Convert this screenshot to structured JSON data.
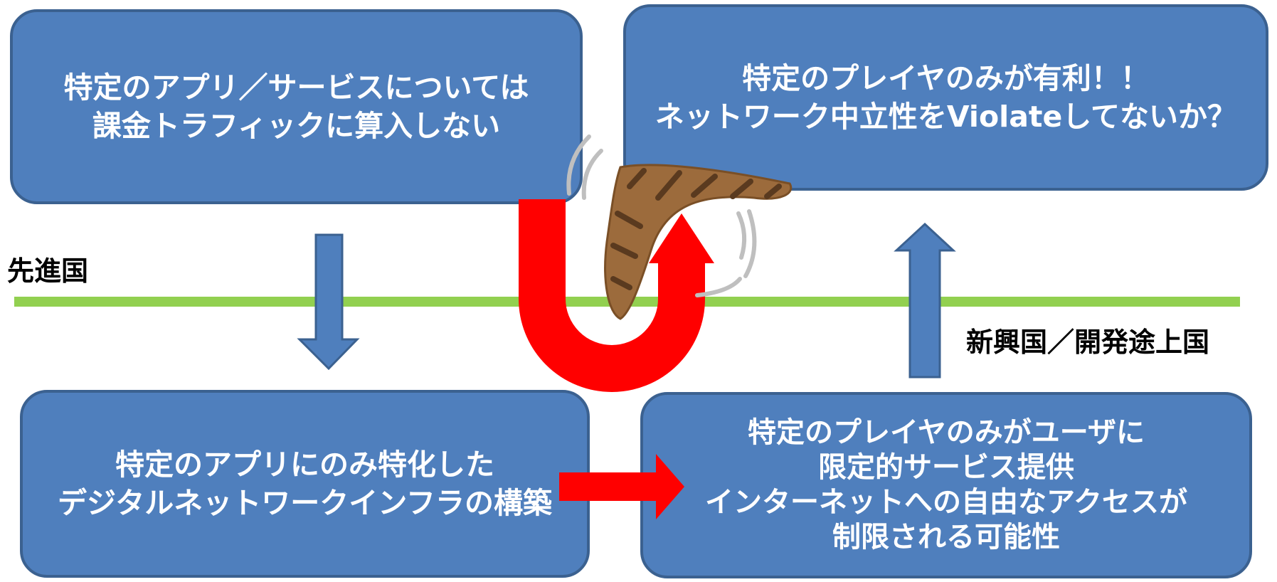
{
  "boxes": {
    "top_left": [
      "特定のアプリ／サービスについては",
      "課金トラフィックに算入しない"
    ],
    "top_right": [
      "特定のプレイヤのみが有利！！",
      "ネットワーク中立性をViolateしてないか？"
    ],
    "bottom_left": [
      "特定のアプリにのみ特化した",
      "デジタルネットワークインフラの構築"
    ],
    "bottom_right": [
      "特定のプレイヤのみがユーザに",
      "限定的サービス提供",
      "インターネットへの自由なアクセスが",
      "制限される可能性"
    ]
  },
  "labels": {
    "advanced": "先進国",
    "emerging": "新興国／開発途上国"
  },
  "icons": {
    "boomerang": "boomerang-icon"
  },
  "colors": {
    "box_fill": "#4f7fbd",
    "box_border": "#3b6190",
    "divider_line": "#92d050",
    "red_arrow": "#ff0000",
    "blue_arrow": "#4f7fbd"
  }
}
